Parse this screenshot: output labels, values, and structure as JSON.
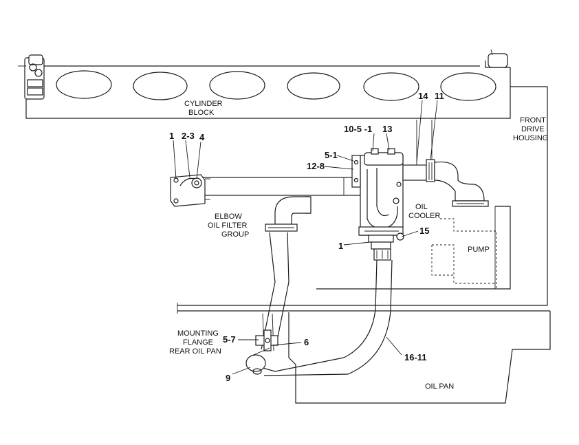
{
  "labels": {
    "cylinder_block": [
      "CYLINDER",
      "BLOCK"
    ],
    "front_drive_housing": [
      "FRONT",
      "DRIVE",
      "HOUSING"
    ],
    "elbow_oil_filter_group": [
      "ELBOW",
      "OIL FILTER",
      "GROUP"
    ],
    "oil_cooler": [
      "OIL",
      "COOLER"
    ],
    "pump": "PUMP",
    "mounting_flange": [
      "MOUNTING",
      "FLANGE",
      "REAR OIL PAN"
    ],
    "oil_pan": "OIL PAN"
  },
  "callouts": {
    "c1_top": "1",
    "c2_3": "2-3",
    "c4": "4",
    "c10_5_1": "10-5 -1",
    "c13": "13",
    "c14": "14",
    "c11": "11",
    "c5_1": "5-1",
    "c12_8": "12-8",
    "c15": "15",
    "c1_mid": "1",
    "c5_7": "5-7",
    "c6": "6",
    "c16_11": "16-11",
    "c9": "9"
  }
}
